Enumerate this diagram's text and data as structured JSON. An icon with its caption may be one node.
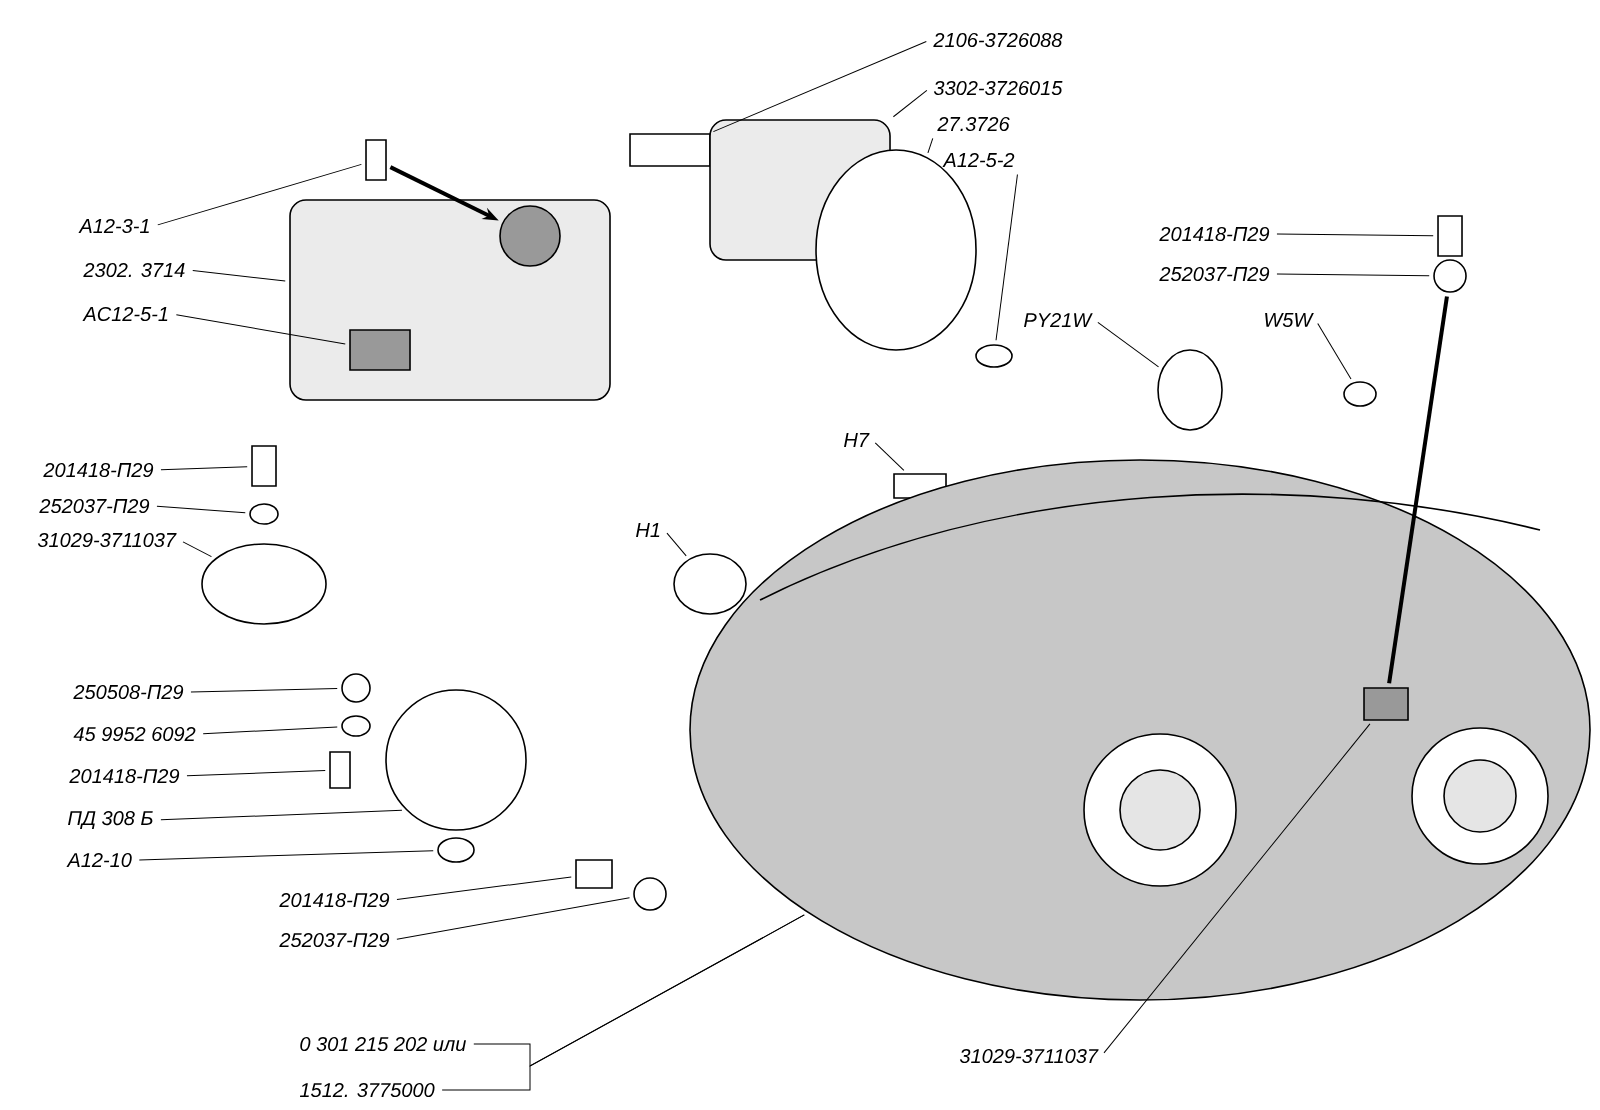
{
  "diagram": {
    "nodes": [
      {
        "text": [
          "A12-3-1"
        ]
      },
      {
        "text": [
          "2302. 3714"
        ]
      },
      {
        "text": [
          "AC12-5-1"
        ]
      },
      {
        "text": [
          "2106-3726088"
        ]
      },
      {
        "text": [
          "3302-3726015"
        ]
      },
      {
        "text": [
          "27.3726"
        ]
      },
      {
        "text": [
          "A12-5-2"
        ]
      },
      {
        "text": [
          "PY21W"
        ]
      },
      {
        "text": [
          "W5W"
        ]
      },
      {
        "text": [
          "201418-П29"
        ]
      },
      {
        "text": [
          "252037-П29"
        ]
      },
      {
        "text": [
          "H7"
        ]
      },
      {
        "text": [
          "H1"
        ]
      },
      {
        "text": [
          "201418-П29"
        ]
      },
      {
        "text": [
          "252037-П29"
        ]
      },
      {
        "text": [
          "31029-3711037"
        ]
      },
      {
        "text": [
          "250508-П29"
        ]
      },
      {
        "text": [
          "45 9952 6092"
        ]
      },
      {
        "text": [
          "201418-П29"
        ]
      },
      {
        "text": [
          "ПД 308 Б"
        ]
      },
      {
        "text": [
          "A12-10"
        ]
      },
      {
        "text": [
          "201418-П29"
        ]
      },
      {
        "text": [
          "252037-П29"
        ]
      },
      {
        "text": [
          "0 301 215 202 или"
        ]
      },
      {
        "text": [
          "1512. 3775000"
        ]
      },
      {
        "text": [
          "31029-3711037"
        ]
      },
      {
        "text": [],
        "shape": "box"
      },
      {
        "text": [],
        "shape": "box"
      },
      {
        "text": [],
        "shape": "box",
        "in": 27
      },
      {
        "text": [],
        "shape": "circle",
        "in": 27
      },
      {
        "text": [],
        "shape": "box"
      },
      {
        "text": [],
        "shape": "box"
      },
      {
        "text": [],
        "shape": "ellipse"
      },
      {
        "text": [],
        "shape": "ellipse"
      },
      {
        "text": [],
        "shape": "ellipse"
      },
      {
        "text": [],
        "shape": "ellipse"
      },
      {
        "text": [],
        "shape": "box"
      },
      {
        "text": [],
        "shape": "circle"
      },
      {
        "text": [],
        "shape": "box"
      },
      {
        "text": [],
        "shape": "ellipse"
      },
      {
        "text": [],
        "shape": "box"
      },
      {
        "text": [],
        "shape": "ellipse"
      },
      {
        "text": [],
        "shape": "ellipse"
      },
      {
        "text": [],
        "shape": "circle"
      },
      {
        "text": [],
        "shape": "ellipse"
      },
      {
        "text": [],
        "shape": "box"
      },
      {
        "text": [],
        "shape": "ellipse"
      },
      {
        "text": [],
        "shape": "ellipse"
      },
      {
        "text": [],
        "shape": "box"
      },
      {
        "text": [],
        "shape": "circle"
      },
      {
        "text": [],
        "shape": "picture"
      },
      {
        "text": [],
        "shape": "box",
        "in": 50
      }
    ],
    "edges": [
      {
        "from": 0,
        "to": 26,
        "arrow": "none"
      },
      {
        "from": 1,
        "to": 27,
        "arrow": "none"
      },
      {
        "from": 2,
        "to": 28,
        "arrow": "none"
      },
      {
        "from": 3,
        "to": 30,
        "arrow": "none"
      },
      {
        "from": 4,
        "to": 31,
        "arrow": "none"
      },
      {
        "from": 5,
        "to": 32,
        "arrow": "none"
      },
      {
        "from": 6,
        "to": 33,
        "arrow": "none"
      },
      {
        "from": 7,
        "to": 34,
        "arrow": "none"
      },
      {
        "from": 8,
        "to": 35,
        "arrow": "none"
      },
      {
        "from": 9,
        "to": 36,
        "arrow": "none"
      },
      {
        "from": 10,
        "to": 37,
        "arrow": "none"
      },
      {
        "from": 11,
        "to": 38,
        "arrow": "none"
      },
      {
        "from": 12,
        "to": 39,
        "arrow": "none"
      },
      {
        "from": 13,
        "to": 40,
        "arrow": "none"
      },
      {
        "from": 14,
        "to": 41,
        "arrow": "none"
      },
      {
        "from": 15,
        "to": 42,
        "arrow": "none"
      },
      {
        "from": 16,
        "to": 43,
        "arrow": "none"
      },
      {
        "from": 17,
        "to": 44,
        "arrow": "none"
      },
      {
        "from": 18,
        "to": 45,
        "arrow": "none"
      },
      {
        "from": 19,
        "to": 46,
        "arrow": "none"
      },
      {
        "from": 20,
        "to": 47,
        "arrow": "none"
      },
      {
        "from": 21,
        "to": 48,
        "arrow": "none"
      },
      {
        "from": 22,
        "to": 49,
        "arrow": "none"
      },
      {
        "from": 23,
        "to": 50,
        "arrow": "none"
      },
      {
        "from": 24,
        "to": 50,
        "arrow": "none"
      },
      {
        "from": 25,
        "to": 51,
        "arrow": "none"
      },
      {
        "from": 26,
        "to": 29,
        "arrow": "to",
        "style": "thick"
      },
      {
        "from": 37,
        "to": 51,
        "arrow": "none",
        "style": "thick"
      }
    ]
  }
}
